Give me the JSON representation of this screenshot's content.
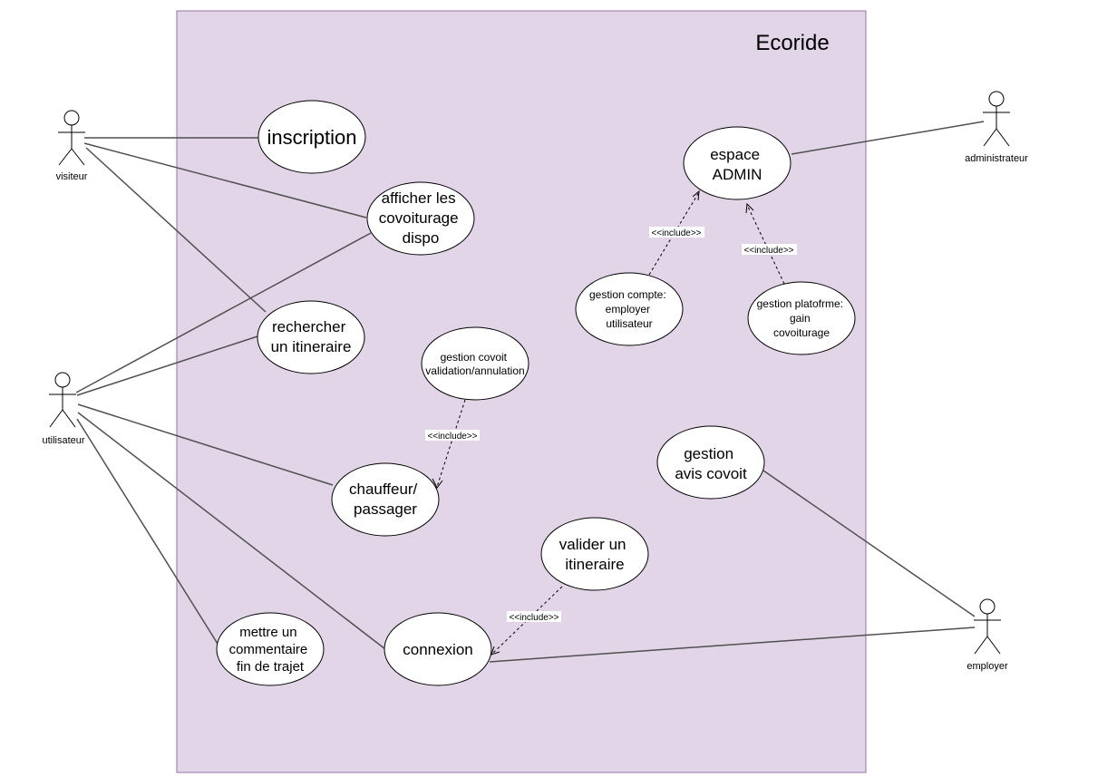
{
  "system": {
    "title": "Ecoride"
  },
  "actors": {
    "visiteur": "visiteur",
    "utilisateur": "utilisateur",
    "administrateur": "administrateur",
    "employer": "employer"
  },
  "usecases": {
    "inscription": [
      "inscription"
    ],
    "afficher": [
      "afficher les",
      "covoiturage",
      "dispo"
    ],
    "rechercher": [
      "rechercher",
      "un itineraire"
    ],
    "gestion_covoit": [
      "gestion covoit",
      "validation/annulation"
    ],
    "chauffeur": [
      "chauffeur/",
      "passager"
    ],
    "mettre_commentaire": [
      "mettre un",
      "commentaire",
      "fin de trajet"
    ],
    "connexion": [
      "connexion"
    ],
    "valider_itineraire": [
      "valider un",
      "itineraire"
    ],
    "espace_admin": [
      "espace",
      "ADMIN"
    ],
    "gestion_compte": [
      "gestion compte:",
      "employer",
      "utilisateur"
    ],
    "gestion_plateforme": [
      "gestion platofrme:",
      "gain",
      "covoiturage"
    ],
    "gestion_avis": [
      "gestion",
      "avis covoit"
    ]
  },
  "relations": {
    "include_label": "<<include>>"
  }
}
